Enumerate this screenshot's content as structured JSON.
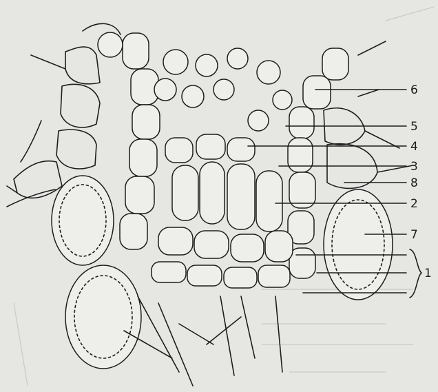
{
  "labels": [
    "6",
    "5",
    "4",
    "3",
    "8",
    "2",
    "7",
    "1"
  ],
  "colors": {
    "paper": "#e6e6e3",
    "ink": "#1d1d1d",
    "cell_fill": "#eeeeeb",
    "bleed": "#c9c9c6"
  }
}
